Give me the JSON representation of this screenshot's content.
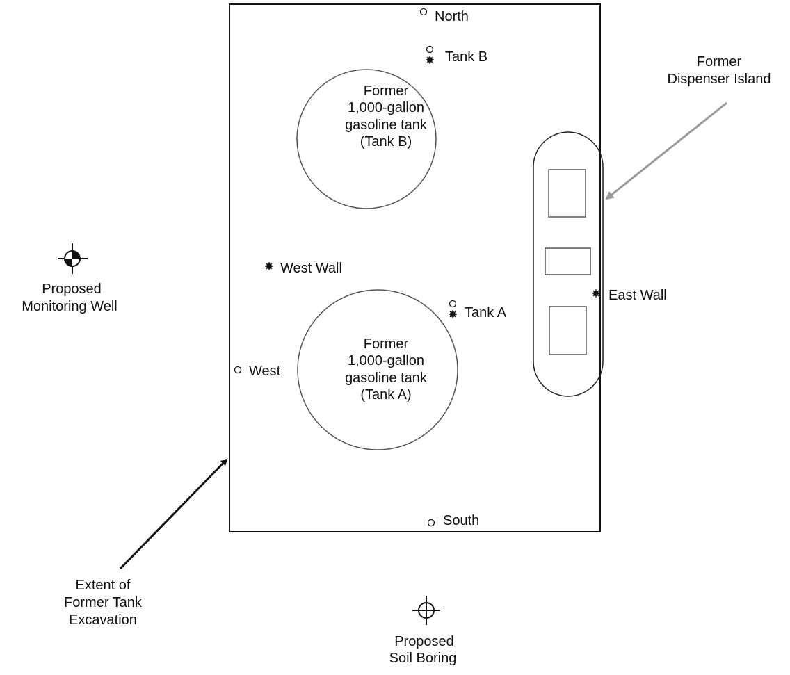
{
  "tank_b": {
    "line1": "Former",
    "line2": "1,000-gallon",
    "line3": "gasoline tank",
    "line4": "(Tank B)"
  },
  "tank_a": {
    "line1": "Former",
    "line2": "1,000-gallon",
    "line3": "gasoline tank",
    "line4": "(Tank A)"
  },
  "samples": {
    "north": "North",
    "tank_b": "Tank B",
    "west_wall": "West Wall",
    "tank_a": "Tank A",
    "west": "West",
    "east_wall": "East Wall",
    "south": "South"
  },
  "dispenser": {
    "line1": "Former",
    "line2": "Dispenser Island"
  },
  "monitoring_well": {
    "line1": "Proposed",
    "line2": "Monitoring Well"
  },
  "soil_boring": {
    "line1": "Proposed",
    "line2": "Soil Boring"
  },
  "excavation": {
    "line1": "Extent of",
    "line2": "Former Tank",
    "line3": "Excavation"
  },
  "colors": {
    "ink": "#111111",
    "leader_gray": "#999999"
  }
}
